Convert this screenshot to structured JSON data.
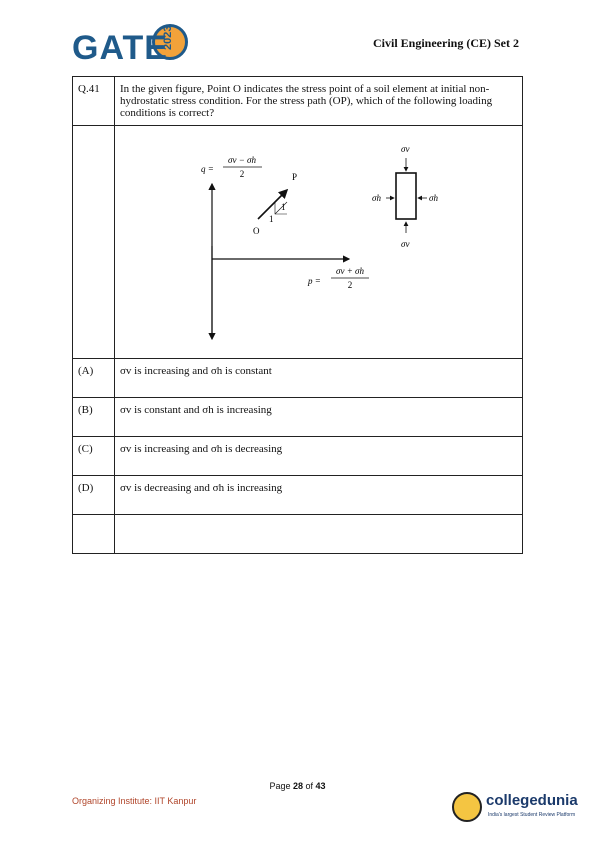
{
  "header": {
    "logo_text": "GATE",
    "logo_year": "2023",
    "paper_title": "Civil Engineering (CE) Set 2"
  },
  "question": {
    "number": "Q.41",
    "text": "In the given figure, Point O indicates the stress point of a soil element at initial non-hydrostatic stress condition. For the stress path (OP), which of the following loading conditions is correct?"
  },
  "figure": {
    "q_label": "q =",
    "q_numerator": "σv − σh",
    "q_denominator": "2",
    "p_label": "p =",
    "p_numerator": "σv + σh",
    "p_denominator": "2",
    "point_o": "O",
    "point_p": "P",
    "slope_rise": "1",
    "slope_run": "1",
    "sigma_v_top": "σv",
    "sigma_v_bottom": "σv",
    "sigma_h_left": "σh",
    "sigma_h_right": "σh"
  },
  "options": [
    {
      "label": "(A)",
      "text": "σv is increasing and σh is constant"
    },
    {
      "label": "(B)",
      "text": "σv is constant and σh is increasing"
    },
    {
      "label": "(C)",
      "text": "σv is increasing and σh is decreasing"
    },
    {
      "label": "(D)",
      "text": "σv is decreasing and σh is increasing"
    }
  ],
  "footer": {
    "page_prefix": "Page ",
    "page_current": "28",
    "page_mid": " of ",
    "page_total": "43",
    "organizer": "Organizing Institute: IIT Kanpur",
    "brand_name": "collegedunia",
    "brand_tagline": "India's largest Student Review Platform"
  }
}
